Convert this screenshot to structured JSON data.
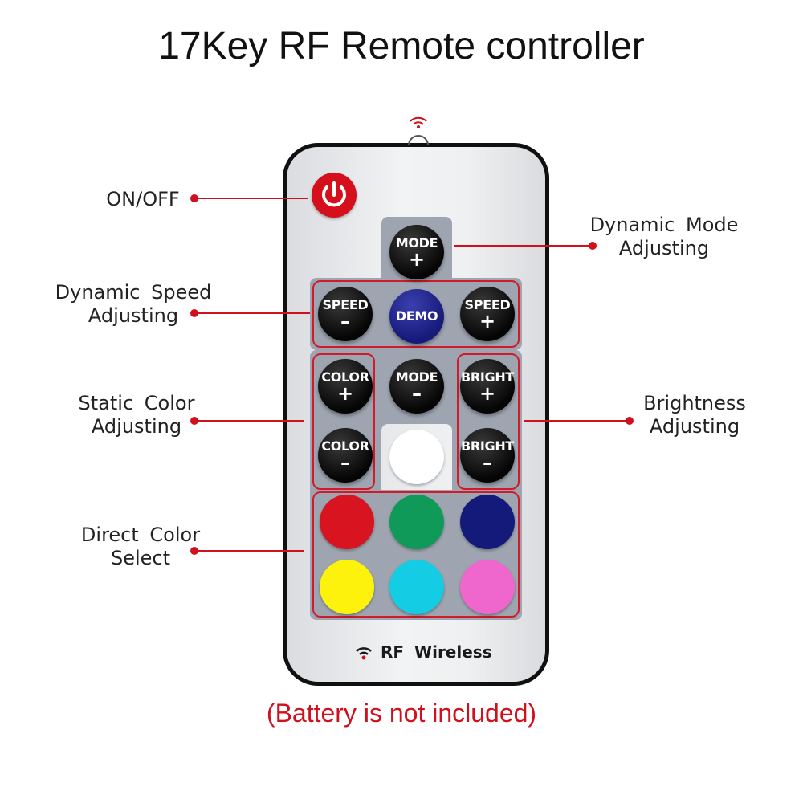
{
  "title": "17Key RF Remote controller",
  "footnote": "(Battery is not included)",
  "labels": {
    "on_off": "ON/OFF",
    "dynamic_mode": [
      "Dynamic Mode",
      "Adjusting"
    ],
    "dynamic_speed": [
      "Dynamic Speed",
      "Adjusting"
    ],
    "static_color": [
      "Static Color",
      "Adjusting"
    ],
    "brightness": [
      "Brightness",
      "Adjusting"
    ],
    "direct_color": [
      "Direct Color",
      "Select"
    ]
  },
  "buttons": {
    "mode_plus": {
      "text": "MODE",
      "sign": "+"
    },
    "speed_minus": {
      "text": "SPEED",
      "sign": "–"
    },
    "demo": {
      "text": "DEMO"
    },
    "speed_plus": {
      "text": "SPEED",
      "sign": "+"
    },
    "color_plus": {
      "text": "COLOR",
      "sign": "+"
    },
    "mode_minus": {
      "text": "MODE",
      "sign": "–"
    },
    "bright_plus": {
      "text": "BRIGHT",
      "sign": "+"
    },
    "color_minus": {
      "text": "COLOR",
      "sign": "–"
    },
    "bright_minus": {
      "text": "BRIGHT",
      "sign": "–"
    }
  },
  "color_keys": {
    "white": "#ffffff",
    "red": "#d7141f",
    "green": "#109a5a",
    "blue": "#131a7a",
    "yellow": "#fcf20b",
    "cyan": "#14cce4",
    "pink": "#ef67cc"
  },
  "footer_text": "RF Wireless",
  "icons": {
    "power": "power-icon",
    "signal": "wifi-signal-icon"
  },
  "accent_color": "#d0101c"
}
